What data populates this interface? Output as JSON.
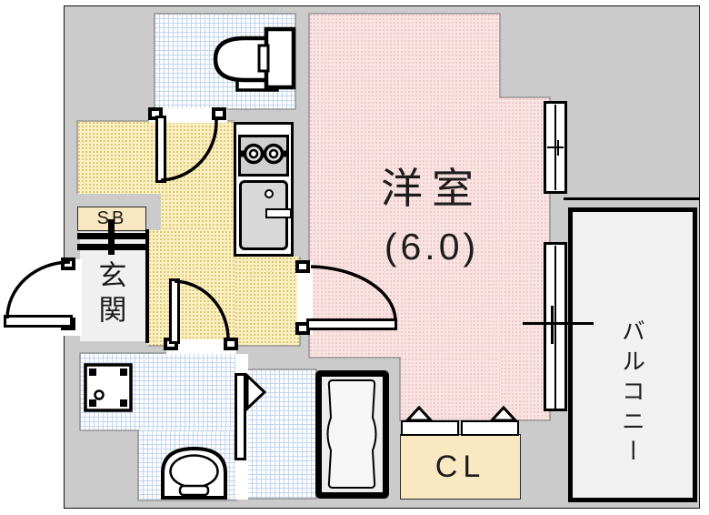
{
  "document": {
    "type": "japanese-apartment-floorplan",
    "orientation": "landscape"
  },
  "rooms": {
    "western_room": {
      "name": "洋室",
      "size_label": "(6.0)"
    },
    "entrance": {
      "name": "玄関"
    },
    "shoe_box": {
      "label": "SB"
    },
    "closet": {
      "label": "CL"
    },
    "balcony": {
      "name": "バルコニー"
    }
  },
  "fixtures": [
    "toilet-icon",
    "stove-burners-icon",
    "kitchen-sink-icon",
    "bathtub-icon",
    "washer-pan-icon",
    "washbasin-icon",
    "sliding-window-icon",
    "balcony-sliding-door-icon",
    "door-swing-entrance",
    "door-swing-toilet",
    "door-swing-washroom",
    "door-swing-western-room",
    "folding-door-closet",
    "folding-door-bathroom"
  ],
  "colors": {
    "wall_gray": "#cbcbcb",
    "room_pink": "#f9e3e3",
    "hall_yellow": "#faf0c0",
    "wet_area_blue": "#dce8f6",
    "storage_cream": "#f9e8c2",
    "balcony_fill": "#f1f1f1",
    "line_black": "#000000"
  }
}
